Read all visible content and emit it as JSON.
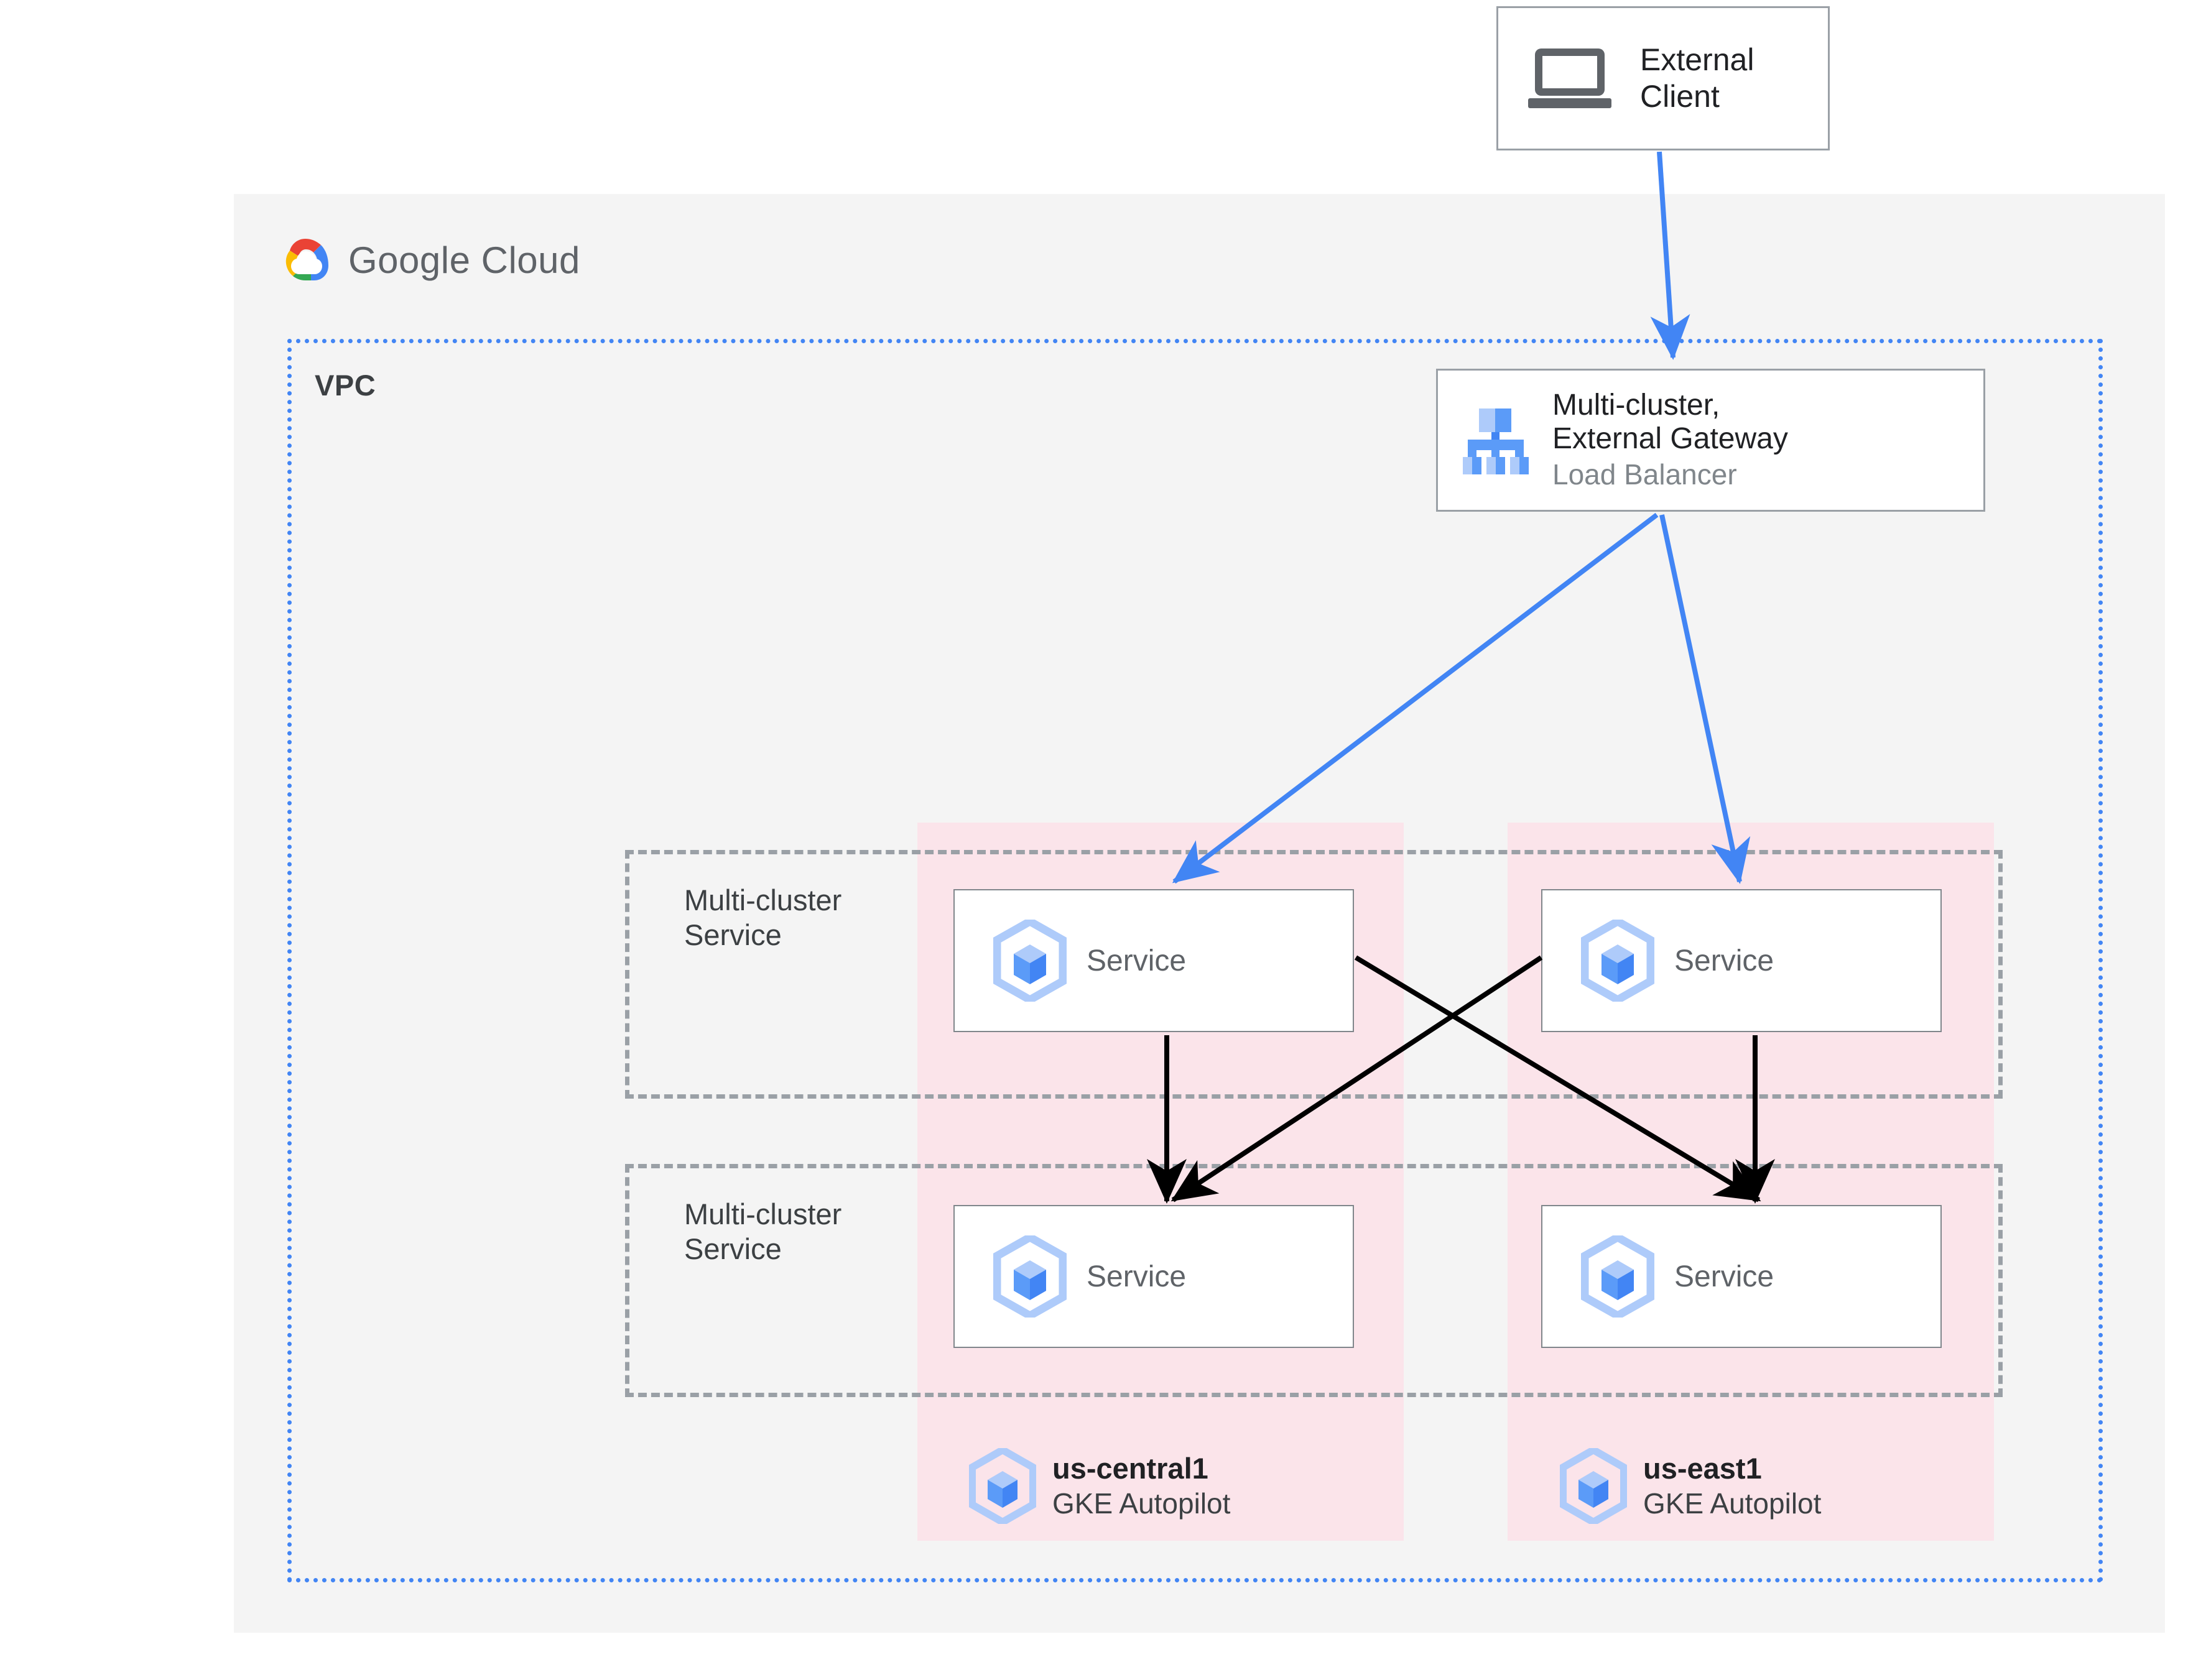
{
  "brand": {
    "name": "Google Cloud",
    "logo_icon": "google-cloud-logo"
  },
  "vpc": {
    "label": "VPC"
  },
  "external_client": {
    "label": "External\nClient",
    "icon": "laptop-icon"
  },
  "gateway": {
    "title": "Multi-cluster,\nExternal Gateway",
    "subtitle": "Load Balancer",
    "icon": "load-balancer-icon"
  },
  "multi_cluster_services": [
    {
      "label": "Multi-cluster\nService"
    },
    {
      "label": "Multi-cluster\nService"
    }
  ],
  "services": [
    {
      "label": "Service",
      "icon": "service-cube-icon",
      "region": "us-central1",
      "tier": "top"
    },
    {
      "label": "Service",
      "icon": "service-cube-icon",
      "region": "us-east1",
      "tier": "top"
    },
    {
      "label": "Service",
      "icon": "service-cube-icon",
      "region": "us-central1",
      "tier": "bottom"
    },
    {
      "label": "Service",
      "icon": "service-cube-icon",
      "region": "us-east1",
      "tier": "bottom"
    }
  ],
  "clusters": [
    {
      "name": "us-central1",
      "type": "GKE Autopilot",
      "icon": "gke-cube-icon"
    },
    {
      "name": "us-east1",
      "type": "GKE Autopilot",
      "icon": "gke-cube-icon"
    }
  ],
  "colors": {
    "panel_background": "#f4f4f4",
    "vpc_border": "#4285f4",
    "region_band": "#fbe4ea",
    "dashed_border": "#9aa0a6",
    "blue_arrow": "#4285f4",
    "black_arrow": "#000000",
    "google_red": "#ea4335",
    "google_yellow": "#fbbc04",
    "google_green": "#34a853",
    "google_blue": "#4285f4",
    "icon_blue": "#5b9bf8",
    "icon_blue_light": "#aecbfa",
    "text_primary": "#202124",
    "text_secondary": "#5f6368",
    "text_muted": "#80868b"
  },
  "connections": [
    {
      "from": "external-client",
      "to": "gateway",
      "color": "blue"
    },
    {
      "from": "gateway",
      "to": "service-central-top",
      "color": "blue"
    },
    {
      "from": "gateway",
      "to": "service-east-top",
      "color": "blue"
    },
    {
      "from": "service-central-top",
      "to": "service-central-bottom",
      "color": "black"
    },
    {
      "from": "service-east-top",
      "to": "service-east-bottom",
      "color": "black"
    },
    {
      "from": "service-central-top",
      "to": "service-east-bottom",
      "color": "black"
    },
    {
      "from": "service-east-top",
      "to": "service-central-bottom",
      "color": "black"
    }
  ]
}
